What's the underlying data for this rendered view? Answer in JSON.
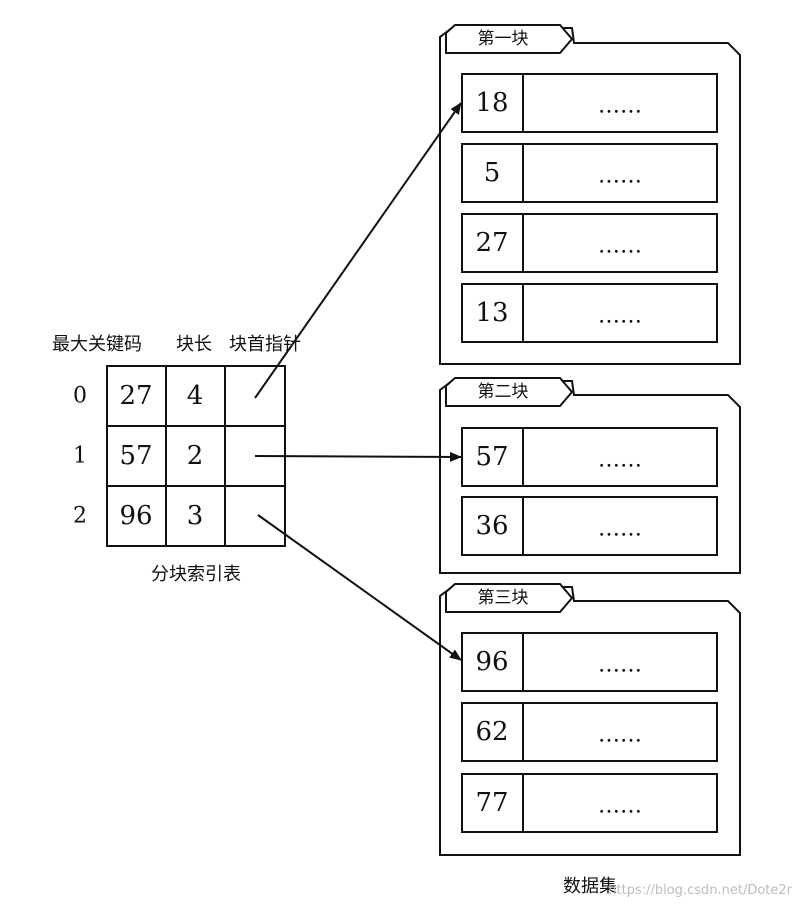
{
  "index_table": {
    "headers": [
      "最大关键码",
      "块长",
      "块首指针"
    ],
    "rows": [
      {
        "row": "0",
        "max_key": "27",
        "length": "4"
      },
      {
        "row": "1",
        "max_key": "57",
        "length": "2"
      },
      {
        "row": "2",
        "max_key": "96",
        "length": "3"
      }
    ],
    "caption": "分块索引表"
  },
  "blocks": [
    {
      "label": "第一块",
      "records": [
        {
          "key": "18",
          "rest": "……"
        },
        {
          "key": "5",
          "rest": "……"
        },
        {
          "key": "27",
          "rest": "……"
        },
        {
          "key": "13",
          "rest": "……"
        }
      ]
    },
    {
      "label": "第二块",
      "records": [
        {
          "key": "57",
          "rest": "……"
        },
        {
          "key": "36",
          "rest": "……"
        }
      ]
    },
    {
      "label": "第三块",
      "records": [
        {
          "key": "96",
          "rest": "……"
        },
        {
          "key": "62",
          "rest": "……"
        },
        {
          "key": "77",
          "rest": "……"
        }
      ]
    }
  ],
  "dataset_caption": "数据集",
  "watermark": "https://blog.csdn.net/Dote2r",
  "colors": {
    "ink": "#111111",
    "background": "#ffffff",
    "watermark": "#bdbdbd"
  }
}
